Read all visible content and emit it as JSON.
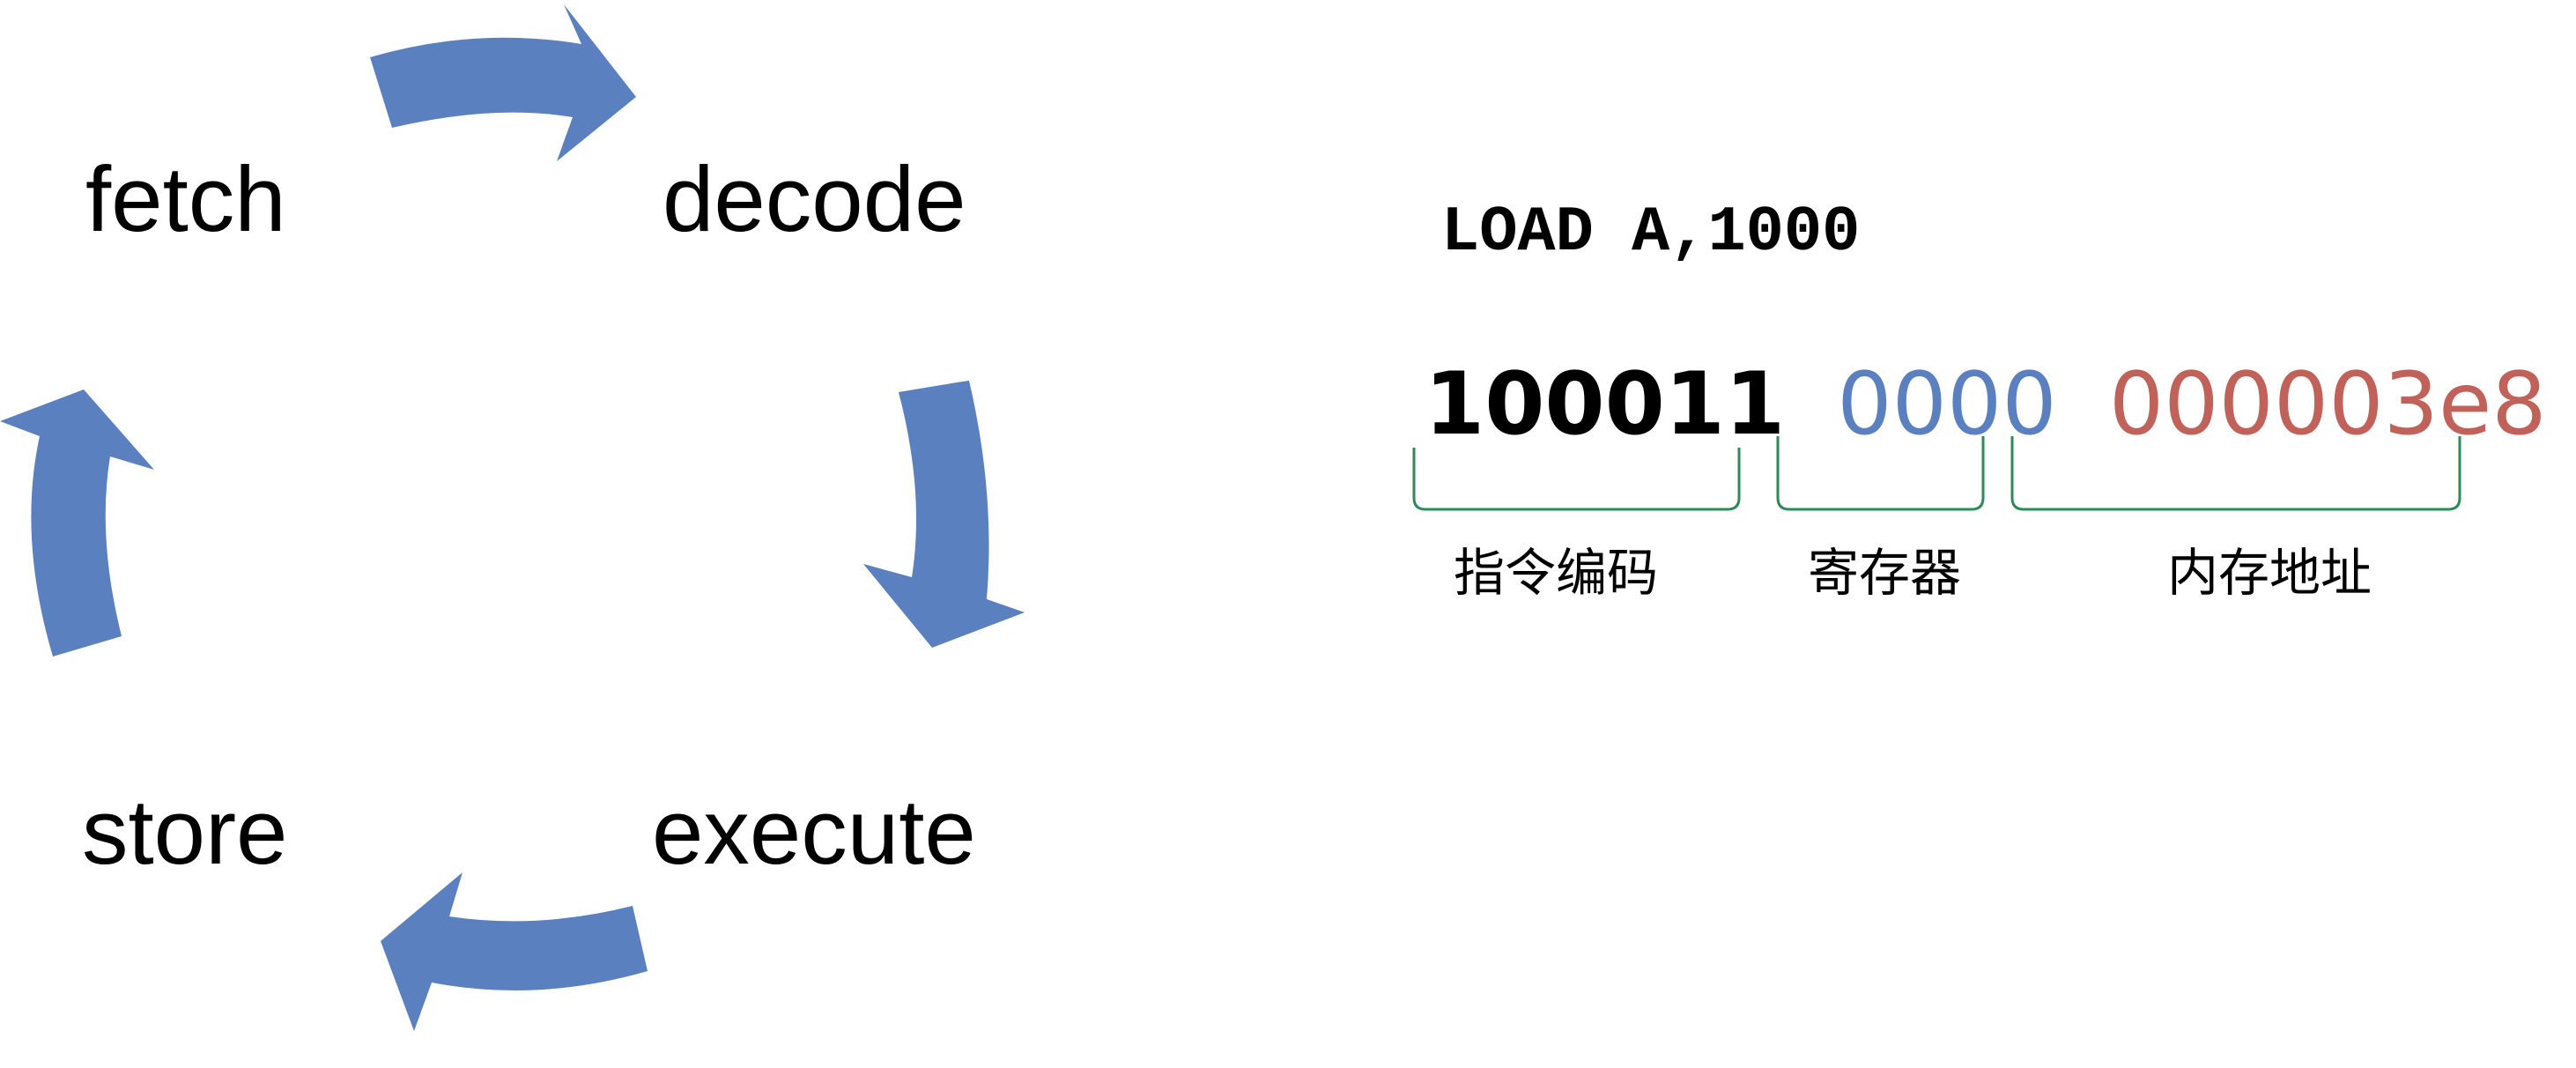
{
  "cycle": {
    "stages": [
      {
        "id": "fetch",
        "label": "fetch"
      },
      {
        "id": "decode",
        "label": "decode"
      },
      {
        "id": "execute",
        "label": "execute"
      },
      {
        "id": "store",
        "label": "store"
      }
    ],
    "arrow_color": "#5A80BF",
    "arrow_icon": "curved-arrow-icon"
  },
  "instruction": {
    "assembly": "LOAD A,1000",
    "encoding": {
      "opcode": {
        "text": "100011",
        "color": "#000000"
      },
      "register": {
        "text": "0000",
        "color": "#5A80BF"
      },
      "address": {
        "text": "000003e8",
        "color": "#C0625A"
      }
    },
    "brace_color": "#2E8B57",
    "fields": {
      "opcode_label": "指令编码",
      "register_label": "寄存器",
      "address_label": "内存地址"
    }
  }
}
